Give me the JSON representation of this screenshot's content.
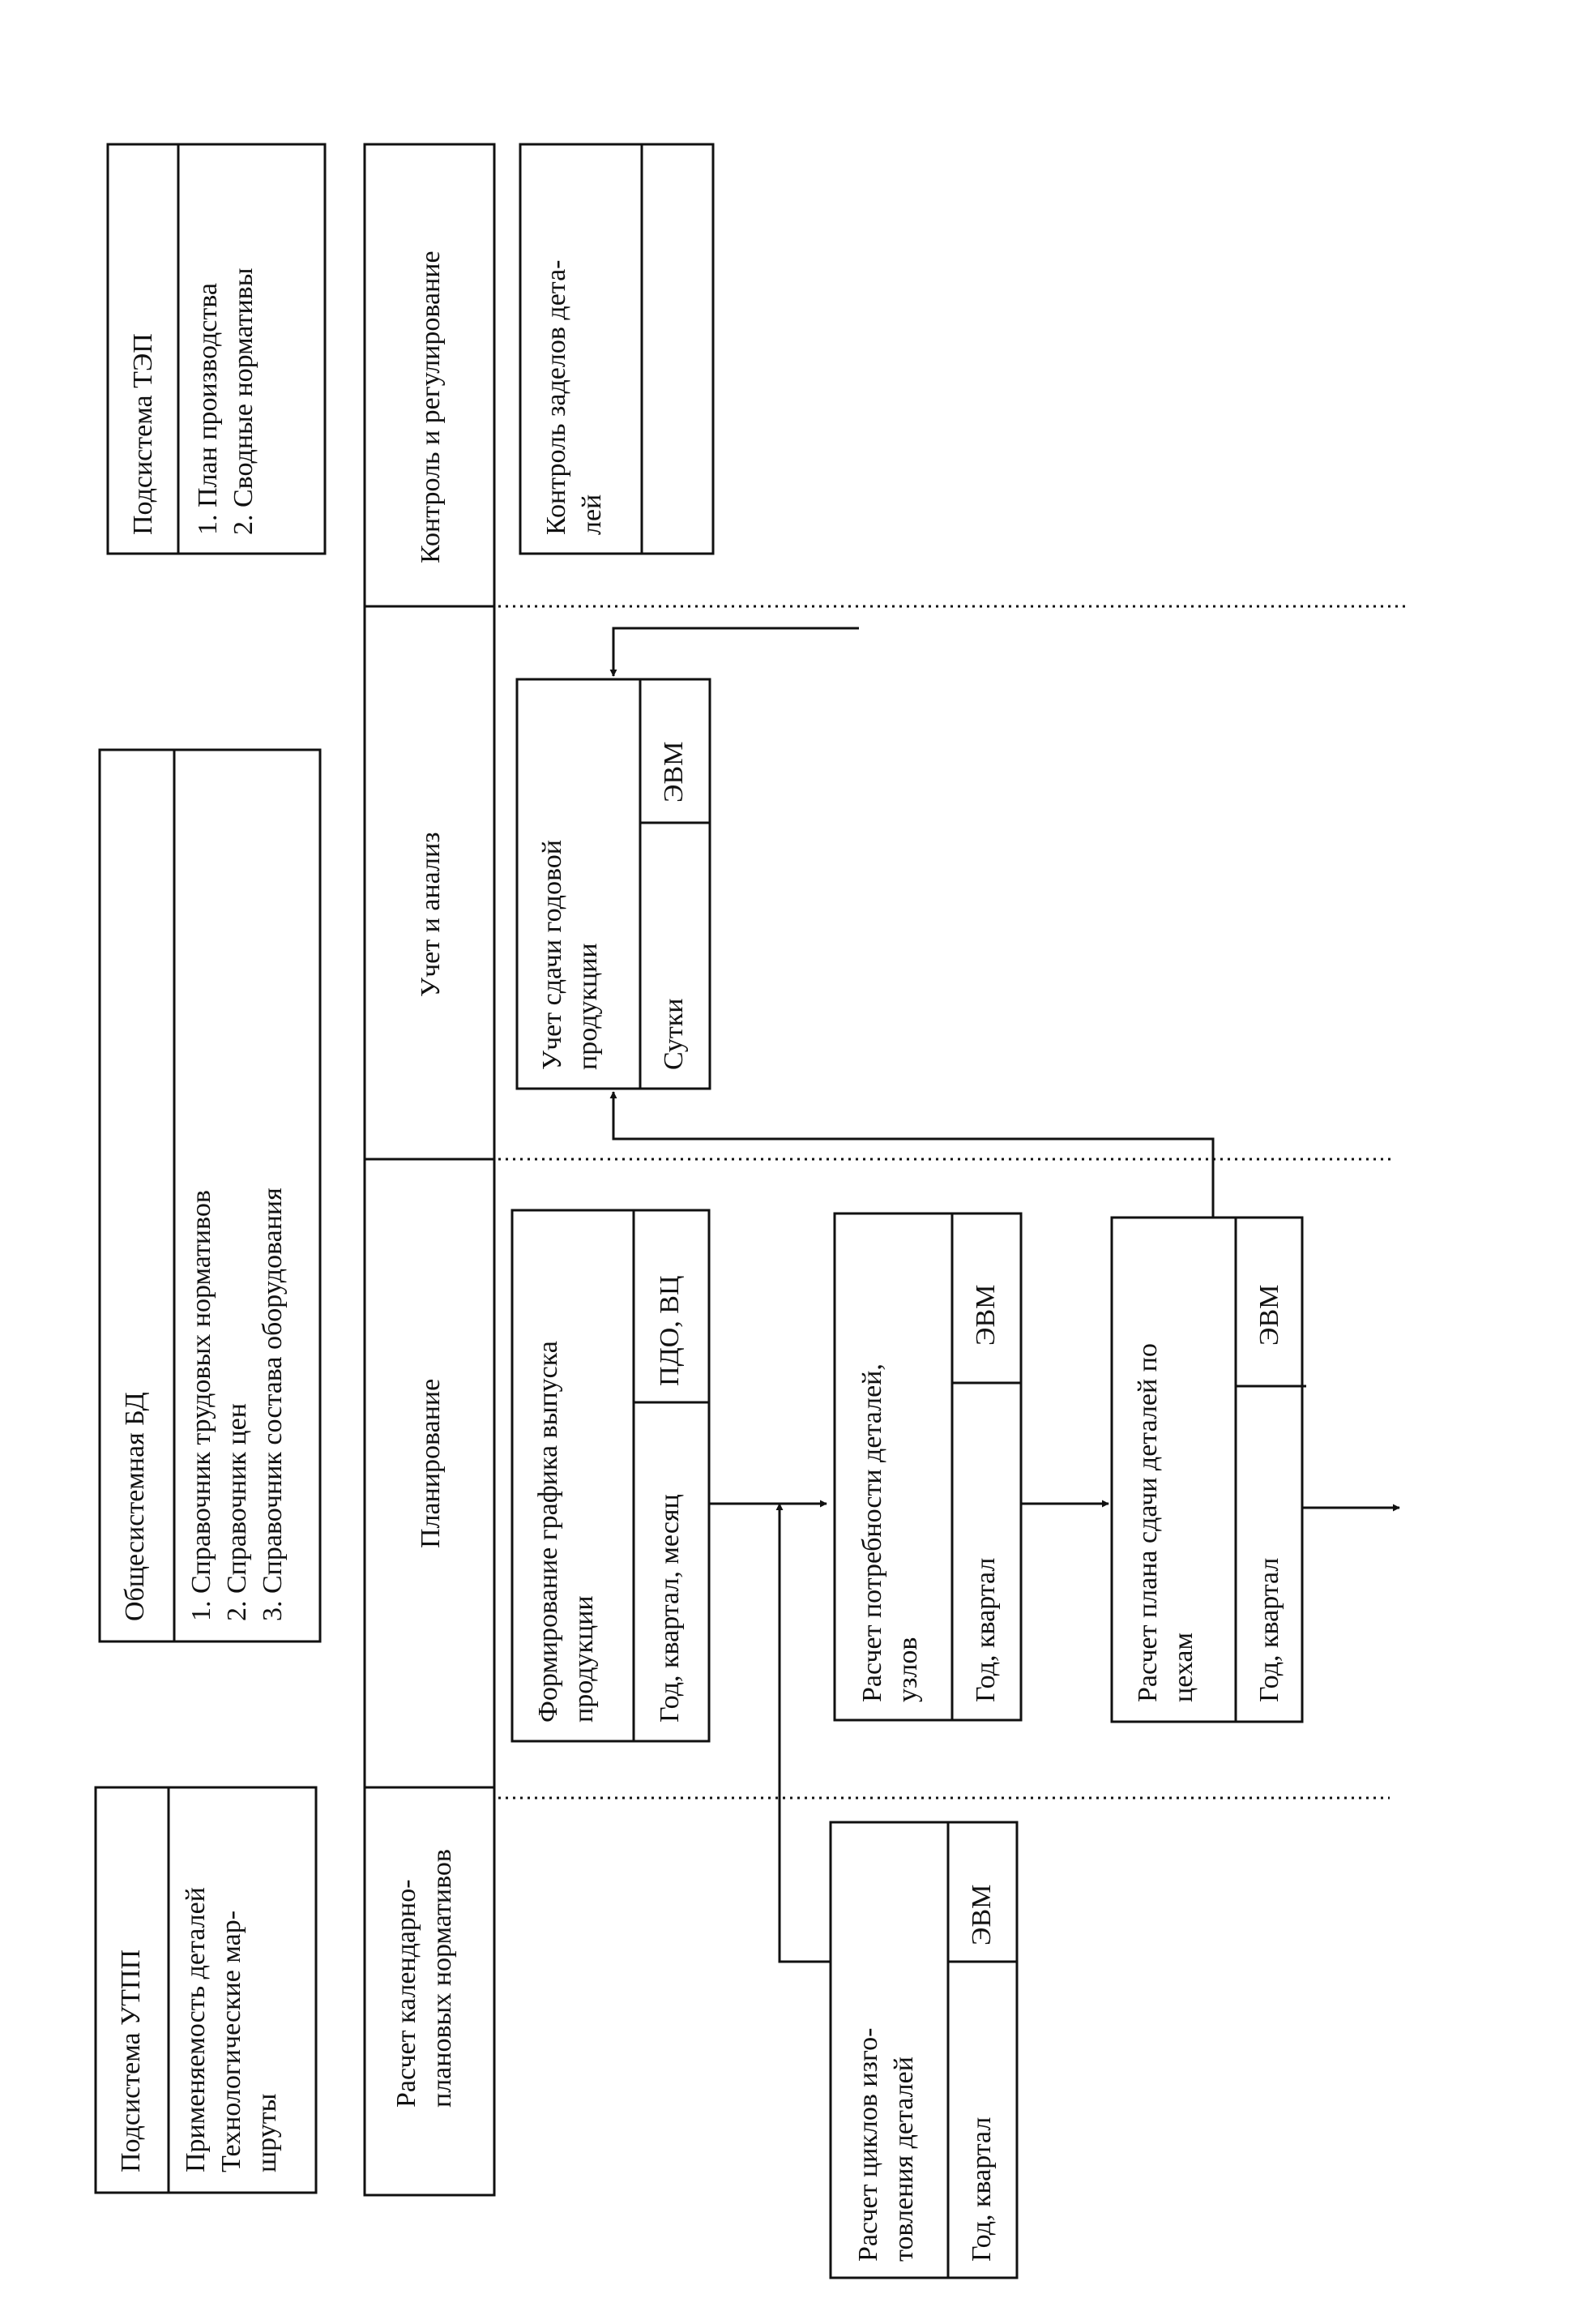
{
  "subsystem_utpp": {
    "title": "Подсистема УТПП",
    "lines": [
      "Применяемость деталей",
      "Технологические мар-",
      "шруты"
    ]
  },
  "common_db": {
    "title": "Общесистемная БД",
    "items": [
      "1.   Справочник трудовых нормативов",
      "2.   Справочник цен",
      "3.   Справочник состава оборудования"
    ]
  },
  "subsystem_tep": {
    "title": "Подсистема ТЭП",
    "items": [
      "1.   План производства",
      "2.   Сводные нормативы"
    ]
  },
  "stages": {
    "calendar": [
      "Расчет календарно-",
      "плановых нормативов"
    ],
    "planning": "Планирование",
    "accounting": "Учет и анализ",
    "control": "Контроль и регулирование"
  },
  "tasks": {
    "cycles": {
      "title": [
        "Расчет циклов изго-",
        "товления деталей"
      ],
      "period": "Год, квартал",
      "executor": "ЭВМ"
    },
    "schedule": {
      "title": [
        "Формирование графика выпуска",
        "продукции"
      ],
      "period": "Год, квартал, месяц",
      "executor": "ПДО, ВЦ"
    },
    "demand": {
      "title": [
        "Расчет потребности деталей,",
        "узлов"
      ],
      "period": "Год, квартал",
      "executor": "ЭВМ"
    },
    "delivery_plan": {
      "title": [
        "Расчет плана сдачи деталей по",
        "цехам"
      ],
      "period": "Год, квартал",
      "executor": "ЭВМ"
    },
    "annual_output": {
      "title": [
        "Учет сдачи годовой",
        "продукции"
      ],
      "period": "Сутки",
      "executor": "ЭВМ"
    },
    "backlog_control": {
      "title": [
        "Контроль заделов дета-",
        "лей"
      ],
      "period": "",
      "executor": ""
    }
  }
}
